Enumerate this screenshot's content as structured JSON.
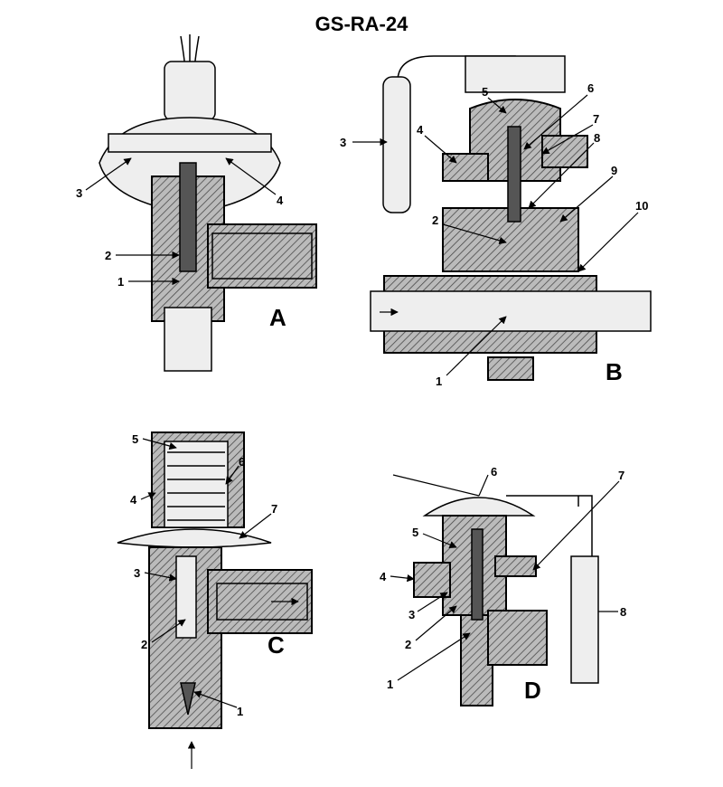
{
  "title": "GS-RA-24",
  "panels": [
    {
      "letter": "A",
      "labels": [
        "1",
        "2",
        "3",
        "4"
      ]
    },
    {
      "letter": "B",
      "labels": [
        "1",
        "2",
        "3",
        "4",
        "5",
        "6",
        "7",
        "8",
        "9",
        "10"
      ]
    },
    {
      "letter": "C",
      "labels": [
        "1",
        "2",
        "3",
        "4",
        "5",
        "6",
        "7"
      ]
    },
    {
      "letter": "D",
      "labels": [
        "1",
        "2",
        "3",
        "4",
        "5",
        "6",
        "7",
        "8"
      ]
    }
  ]
}
